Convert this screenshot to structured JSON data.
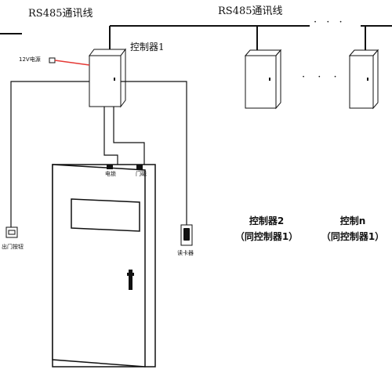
{
  "bus": {
    "label_left": "RS485通讯线",
    "label_right": "RS485通讯线",
    "ellipsis_top": "· · ·",
    "ellipsis_mid": "· · ·"
  },
  "controller1": {
    "label": "控制器1"
  },
  "devices": {
    "power_label": "12V电源",
    "exit_button_label": "出门按钮",
    "card_reader_label": "读卡器",
    "lock_label": "电锁",
    "door_sensor_label": "门磁"
  },
  "controller2": {
    "line1": "控制器2",
    "line2": "（同控制器1）"
  },
  "controller_n": {
    "line1": "控制n",
    "line2": "（同控制器1）"
  },
  "colors": {
    "line": "#111111",
    "power_line": "#e53935",
    "box_fill": "#ffffff"
  }
}
